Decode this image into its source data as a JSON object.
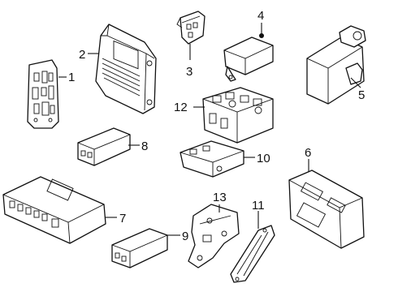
{
  "diagram": {
    "callouts": [
      "1",
      "2",
      "3",
      "4",
      "5",
      "6",
      "7",
      "8",
      "9",
      "10",
      "11",
      "12",
      "13"
    ],
    "line_color": "#111111",
    "background": "#ffffff"
  }
}
